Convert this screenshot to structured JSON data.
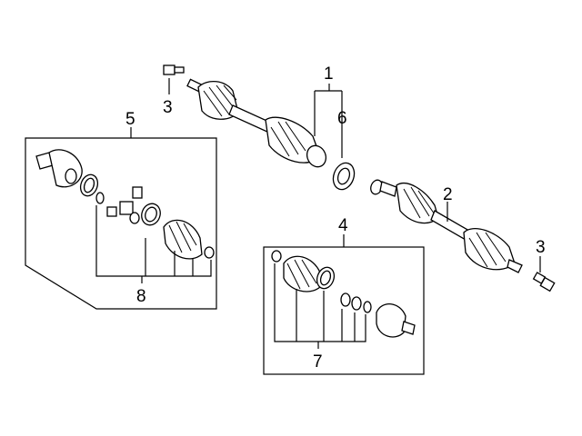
{
  "callouts": {
    "axle_left": "1",
    "axle_right": "2",
    "bolt_top": "3",
    "bolt_right": "3",
    "kit_inboard_box": "4",
    "kit_outboard_box": "5",
    "seal": "6",
    "inboard_kit_parts": "7",
    "outboard_kit_parts": "8"
  }
}
